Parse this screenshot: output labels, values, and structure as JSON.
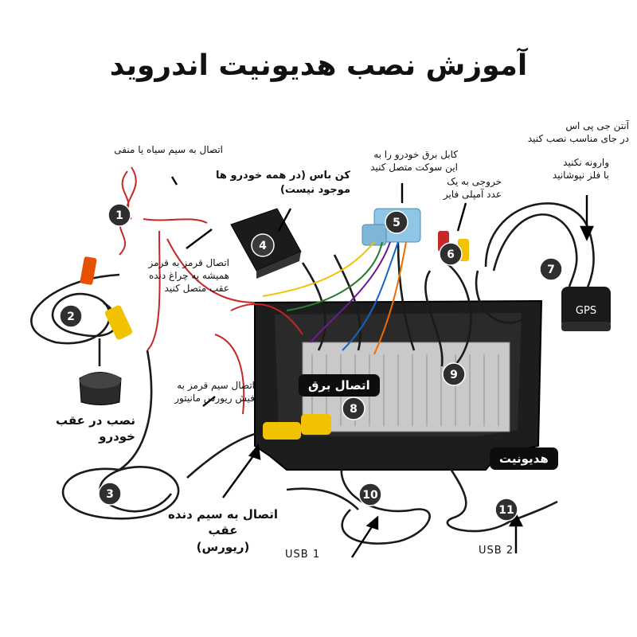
{
  "title": "آموزش نصب هدیونیت اندروید",
  "labels": {
    "ground": "اتصال به سیم سیاه یا منفی",
    "canbus": "کن باس (در همه خودرو ها\nموجود نیست)",
    "power_cable": "کابل برق خودرو را به\nاین سوکت متصل کنید",
    "amp_out": "خروجی به یک\nعدد آمپلی فایر",
    "gps_antenna": "آنتن جی پی اس\nدر جای مناسب نصب کنید",
    "no_metal": "وارونه نکنید\nبا فلز نپوشانید",
    "red_lamp": "اتصال قرمز به قرمز\nهمیشه به چراغ دنده\nعقب متصل کنید",
    "red_monitor": "اتصال سیم قرمز به\nفیش ریورس مانیتور",
    "rear_mount": "نصب در عقب خودرو",
    "reverse_wire": "اتصال به سیم دنده عقب\n(ریورس)",
    "usb1": "USB 1",
    "usb2": "USB 2"
  },
  "tags": {
    "power_connection": "اتصال برق",
    "head_unit": "هدیونیت"
  },
  "gps_box": "GPS",
  "markers": [
    "1",
    "2",
    "3",
    "4",
    "5",
    "6",
    "7",
    "8",
    "9",
    "10",
    "11"
  ],
  "colors": {
    "cable": "#1a1a1a",
    "red_wire": "#c62828",
    "yellow_rca": "#f2c200",
    "connector_blue": "#8fc6e6",
    "marker_fill": "#2f2f2f",
    "chassis": "#bdbdbd"
  }
}
